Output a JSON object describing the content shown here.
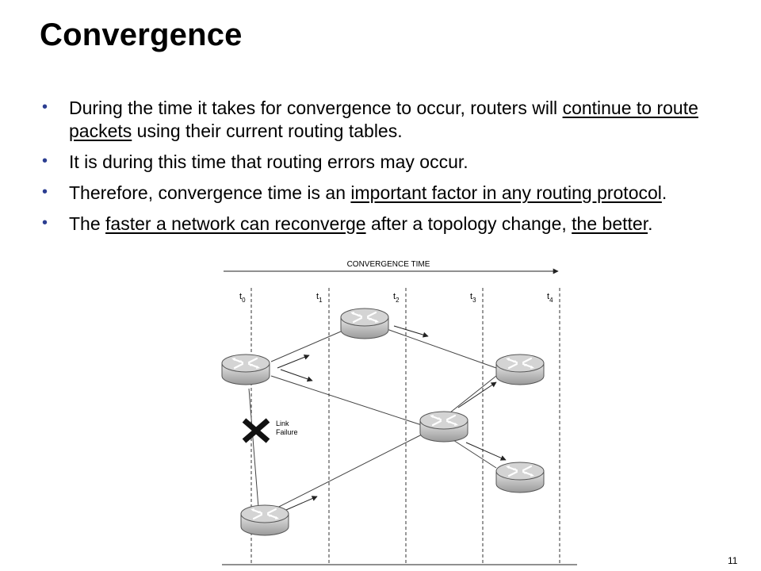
{
  "slide": {
    "title": "Convergence",
    "page_number": "11",
    "bullets": [
      [
        {
          "t": "During the time it takes for convergence to occur, routers will "
        },
        {
          "t": "continue to route packets",
          "u": true
        },
        {
          "t": " using their current routing tables."
        }
      ],
      [
        {
          "t": "It is during this time that routing errors may occur."
        }
      ],
      [
        {
          "t": "Therefore, convergence time is an "
        },
        {
          "t": "important factor in any routing protocol",
          "u": true
        },
        {
          "t": "."
        }
      ],
      [
        {
          "t": "The "
        },
        {
          "t": "faster a network can reconverge",
          "u": true
        },
        {
          "t": " after a topology change, "
        },
        {
          "t": "the better",
          "u": true
        },
        {
          "t": "."
        }
      ]
    ]
  },
  "diagram": {
    "convergence_time_label": "CONVERGENCE TIME",
    "time_labels": [
      {
        "base": "t",
        "sub": "0"
      },
      {
        "base": "t",
        "sub": "1"
      },
      {
        "base": "t",
        "sub": "2"
      },
      {
        "base": "t",
        "sub": "3"
      },
      {
        "base": "t",
        "sub": "4"
      }
    ],
    "link_failure_label_line1": "Link",
    "link_failure_label_line2": "Failure",
    "link_failure_icon": "x-mark-icon",
    "router_icon": "router-icon",
    "colors": {
      "bullet": "#2c3e91",
      "router_body": "#b8b8b8",
      "router_top": "#d9d9d9",
      "line": "#444444"
    }
  }
}
